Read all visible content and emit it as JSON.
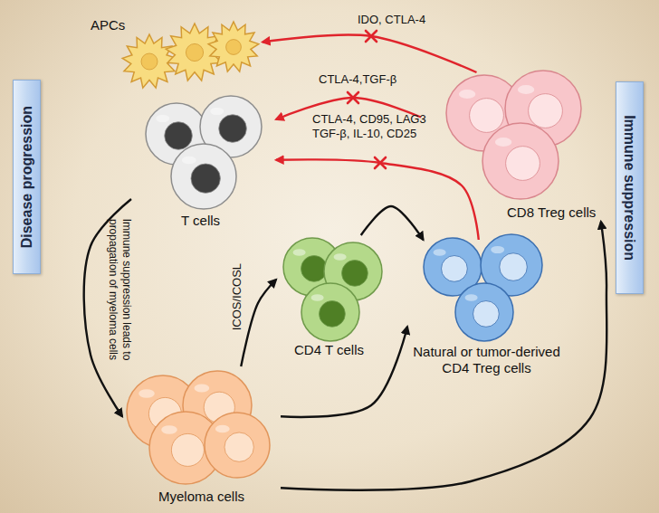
{
  "diagram": {
    "nodes": [
      {
        "text": [
          "APCs"
        ]
      },
      {
        "text": [
          "Disease progression"
        ]
      },
      {
        "text": [
          "T cells"
        ]
      },
      {
        "text": [
          "CD8 Treg cells"
        ]
      },
      {
        "text": [
          "Immune suppression"
        ]
      },
      {
        "text": [
          "CD4 T cells"
        ]
      },
      {
        "text": [
          "Natural or tumor-derived CD4 Treg cells"
        ]
      },
      {
        "text": [
          "Myeloma cells"
        ]
      }
    ],
    "edges": [
      {
        "from": 3,
        "to": 0,
        "arrow": "to",
        "label": "IDO, CTLA-4"
      },
      {
        "from": 3,
        "to": 2,
        "arrow": "to",
        "label": "CTLA-4,TGF-β"
      },
      {
        "from": 6,
        "to": 2,
        "arrow": "to",
        "label": "CTLA-4, CD95, LAG3 TGF-β, IL-10, CD25"
      },
      {
        "from": 2,
        "to": 7,
        "arrow": "to",
        "label": "Immune suppression leads to propagation of myeloma cells"
      },
      {
        "from": 7,
        "to": 5,
        "arrow": "to",
        "label": "ICOS/ICOSL"
      },
      {
        "from": 5,
        "to": 6,
        "arrow": "to"
      },
      {
        "from": 7,
        "to": 6,
        "arrow": "to"
      },
      {
        "from": 7,
        "to": 3,
        "arrow": "to"
      }
    ]
  }
}
